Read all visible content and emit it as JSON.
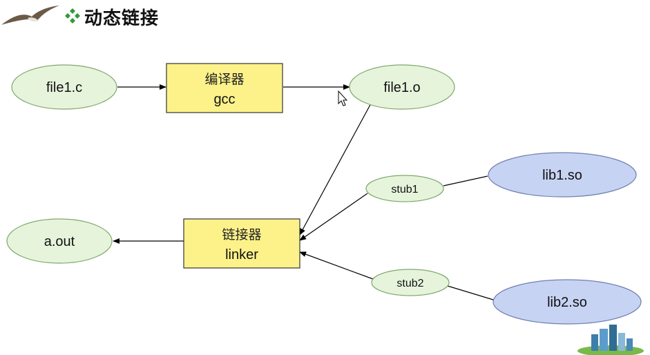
{
  "slide": {
    "title": "动态链接",
    "title_bullet_icon": "four-diamond-bullet-icon",
    "logo_icon": "seagull-icon",
    "corner_icon": "buildings-icon"
  },
  "nodes": {
    "file1_c": "file1.c",
    "compiler_cn": "编译器",
    "compiler_en": "gcc",
    "file1_o": "file1.o",
    "stub1": "stub1",
    "lib1_so": "lib1.so",
    "linker_cn": "链接器",
    "linker_en": "linker",
    "a_out": "a.out",
    "stub2": "stub2",
    "lib2_so": "lib2.so"
  },
  "edges": [
    {
      "from": "file1.c",
      "to": "编译器 gcc",
      "arrow": true
    },
    {
      "from": "编译器 gcc",
      "to": "file1.o",
      "arrow": true
    },
    {
      "from": "file1.o",
      "to": "链接器 linker",
      "arrow": true
    },
    {
      "from": "lib1.so",
      "to": "stub1",
      "arrow": false
    },
    {
      "from": "stub1",
      "to": "链接器 linker",
      "arrow": true
    },
    {
      "from": "lib2.so",
      "to": "stub2",
      "arrow": false
    },
    {
      "from": "stub2",
      "to": "链接器 linker",
      "arrow": true
    },
    {
      "from": "链接器 linker",
      "to": "a.out",
      "arrow": true
    }
  ],
  "colors": {
    "green_node": "#e6f4dc",
    "blue_node": "#c7d3f3",
    "box": "#fdf28a",
    "title_bullet": "#2f9a3c"
  }
}
